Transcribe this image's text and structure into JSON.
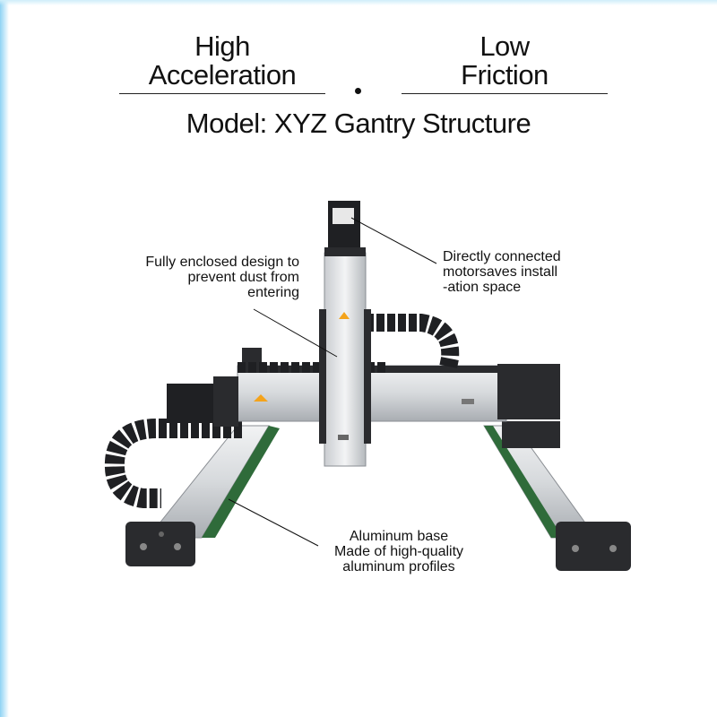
{
  "header": {
    "feature_left": {
      "line1": "High",
      "line2": "Acceleration"
    },
    "feature_right": {
      "line1": "Low",
      "line2": "Friction"
    },
    "model": "Model: XYZ Gantry Structure"
  },
  "callouts": {
    "dust": {
      "line1": "Fully enclosed design to",
      "line2": "prevent dust from",
      "line3": "entering"
    },
    "motor": {
      "line1": "Directly connected",
      "line2": "motorsaves install",
      "line3": "-ation space"
    },
    "base": {
      "line1": "Aluminum base",
      "line2": "Made of high-quality",
      "line3": "aluminum profiles"
    }
  },
  "colors": {
    "accent_glow": "#8fd3f4",
    "aluminum": "#d9dcdf",
    "dark_parts": "#2a2b2e",
    "warning_label": "#f4a31b"
  },
  "icons": [
    "warning-label-icon",
    "motor-icon",
    "drag-chain-icon"
  ]
}
